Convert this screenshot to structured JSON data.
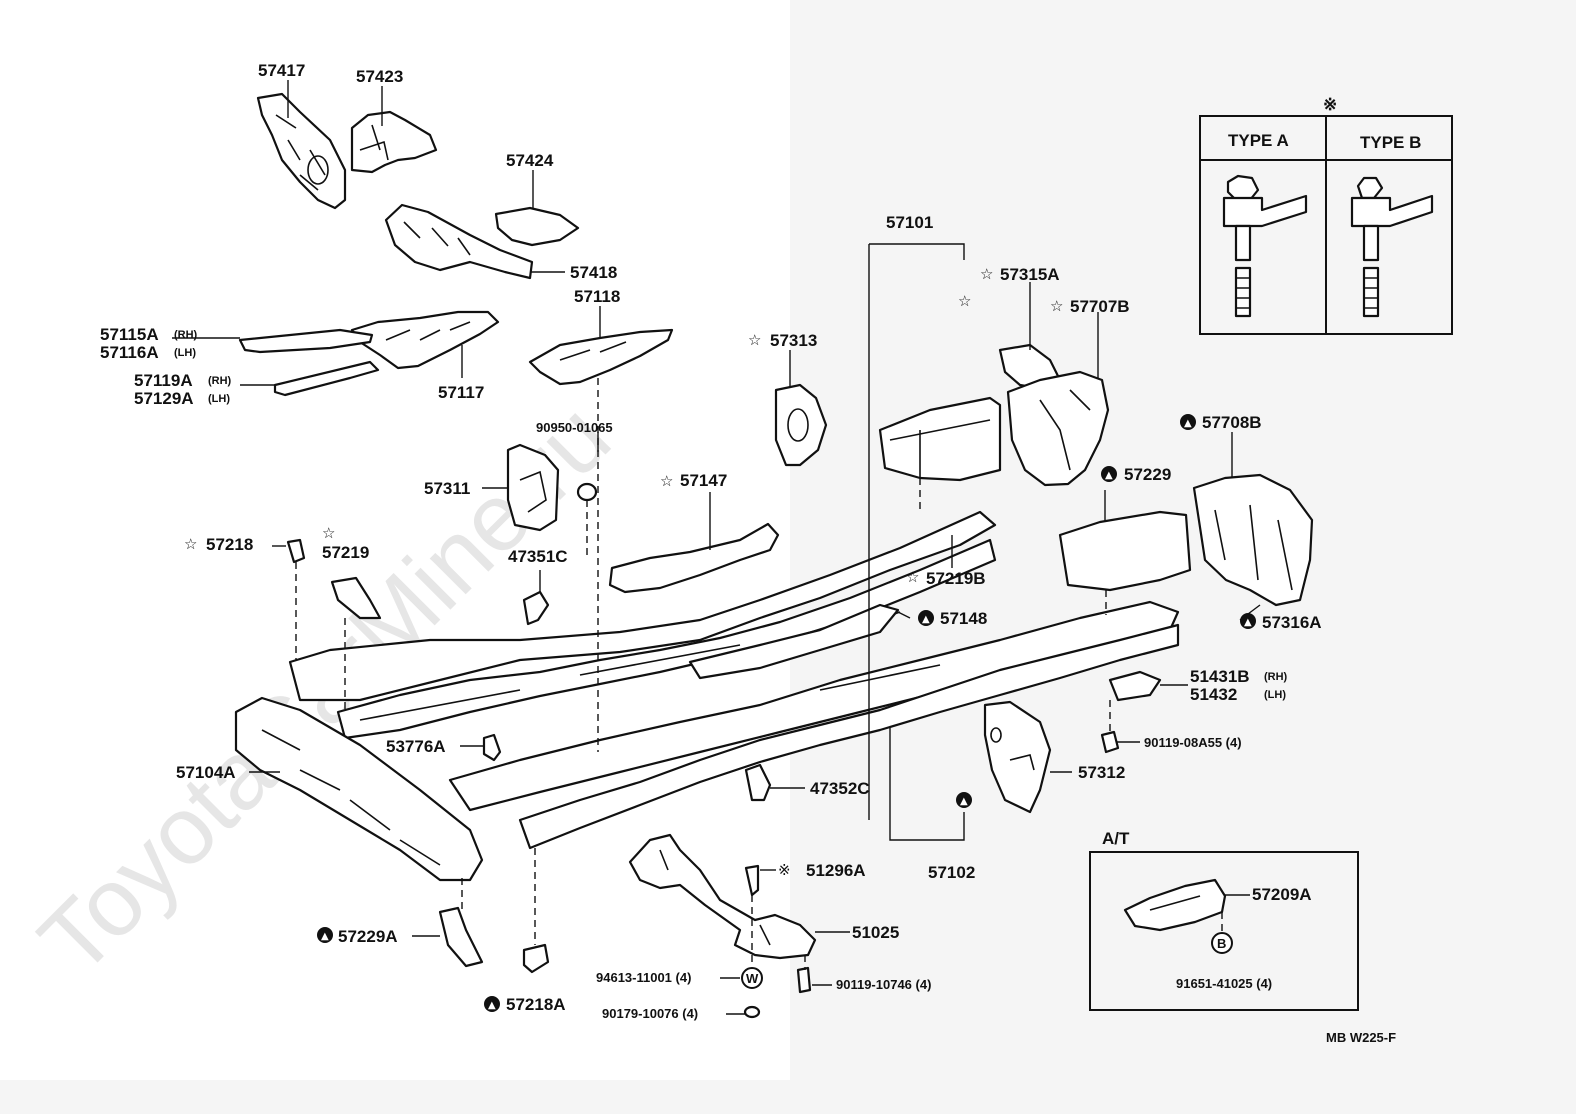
{
  "watermark": "ToyotaCarMine.ru",
  "legend": {
    "mark": "※",
    "type_a": "TYPE A",
    "type_b": "TYPE B"
  },
  "at_box": {
    "title": "A/T"
  },
  "diagram_code": "MB  W225-F",
  "labels": {
    "p57417": "57417",
    "p57423": "57423",
    "p57424": "57424",
    "p57418": "57418",
    "p57118": "57118",
    "p57115A": "57115A",
    "p57115A_side": "(RH)",
    "p57116A": "57116A",
    "p57116A_side": "(LH)",
    "p57119A": "57119A",
    "p57119A_side": "(RH)",
    "p57129A": "57129A",
    "p57129A_side": "(LH)",
    "p57117": "57117",
    "p57101": "57101",
    "p57315A": "57315A",
    "p57707B": "57707B",
    "p57313": "57313",
    "p90950": "90950-01065",
    "p57311": "57311",
    "p47351C": "47351C",
    "p57147": "57147",
    "p57218": "57218",
    "p57219": "57219",
    "p57219B": "57219B",
    "p57708B": "57708B",
    "p57229": "57229",
    "p57148": "57148",
    "p57316A": "57316A",
    "p51431B": "51431B",
    "p51431B_side": "(RH)",
    "p51432": "51432",
    "p51432_side": "(LH)",
    "p90119_08A55": "90119-08A55 (4)",
    "p53776A": "53776A",
    "p57104A": "57104A",
    "p47352C": "47352C",
    "p57312": "57312",
    "p57102": "57102",
    "p51296A": "51296A",
    "p51025": "51025",
    "p57229A": "57229A",
    "p94613": "94613-11001 (4)",
    "p90119_10746": "90119-10746 (4)",
    "p90179": "90179-10076 (4)",
    "p57218A": "57218A",
    "p57209A": "57209A",
    "p91651": "91651-41025 (4)"
  },
  "marks": {
    "star": "☆",
    "triangle_glyph": "▲",
    "w_circle": "W",
    "b_circle": "B"
  }
}
